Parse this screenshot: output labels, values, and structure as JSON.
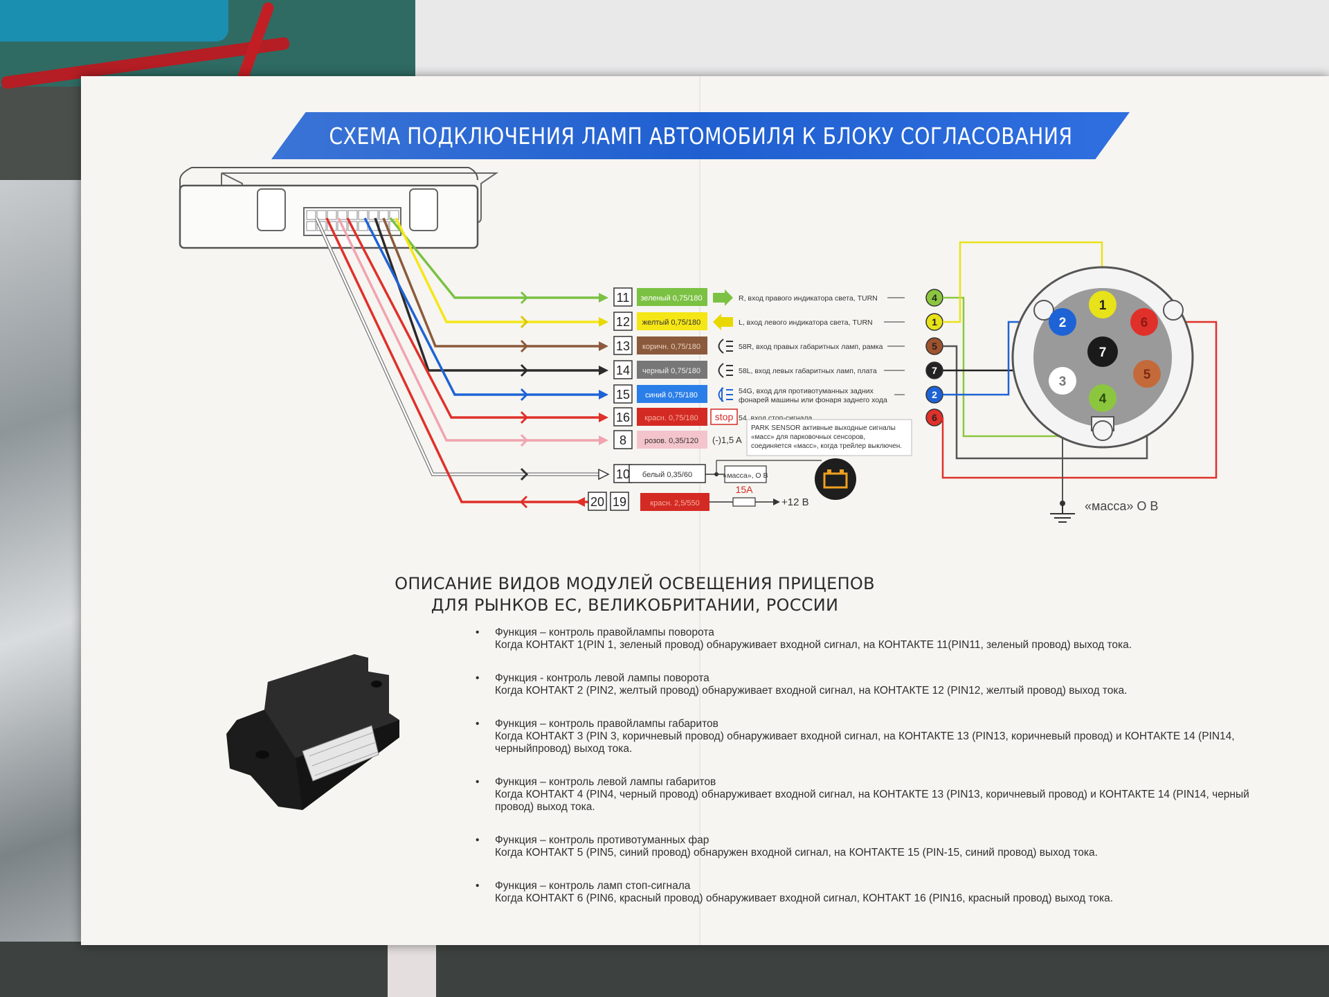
{
  "banner_title": "СХЕМА ПОДКЛЮЧЕНИЯ ЛАМП АВТОМОБИЛЯ К БЛОКУ СОГЛАСОВАНИЯ",
  "wires": [
    {
      "pin": "11",
      "color": "#7bc143",
      "arrow": "in",
      "label": "зеленый 0,75/180",
      "desc": "R, вход правого индикатора света, TURN",
      "icon": "arrow-green",
      "socket": "4",
      "socket_color": "#8cc63f"
    },
    {
      "pin": "12",
      "color": "#f5e616",
      "arrow": "in",
      "label": "желтый 0,75/180",
      "desc": "L, вход левого индикатора света, TURN",
      "icon": "arrow-yellow",
      "socket": "1",
      "socket_color": "#e8e21a"
    },
    {
      "pin": "13",
      "color": "#8b5a3c",
      "arrow": "in",
      "label": "коричн. 0,75/180",
      "desc": "58R, вход правых габаритных ламп, рамка",
      "icon": "position-lamp",
      "socket": "5",
      "socket_color": "#a0522d"
    },
    {
      "pin": "14",
      "color": "#2b2b2b",
      "arrow": "in",
      "label": "черный 0,75/180",
      "desc": "58L, вход левых габаритных ламп, плата",
      "icon": "position-lamp",
      "socket": "7",
      "socket_color": "#222222"
    },
    {
      "pin": "15",
      "color": "#1e63d6",
      "arrow": "in",
      "label": "синий 0,75/180",
      "desc": "54G, вход для противотуманных задних фонарей машины или фонаря заднего хода",
      "icon": "fog-lamp",
      "socket": "2",
      "socket_color": "#1e63d6"
    },
    {
      "pin": "16",
      "color": "#e0302a",
      "arrow": "in",
      "label": "красн. 0,75/180",
      "desc": "54, вход стоп-сигнала",
      "icon": "stop",
      "socket": "6",
      "socket_color": "#e0302a"
    },
    {
      "pin": "8",
      "color": "#f1a3b0",
      "arrow": "in",
      "label": "розов. 0,35/120",
      "desc": "(-)1,5 A",
      "icon": "",
      "socket": "",
      "socket_color": ""
    },
    {
      "pin": "10",
      "color": "#ffffff",
      "arrow": "in",
      "label": "белый 0,35/60",
      "desc": "«масса», О В",
      "icon": "",
      "socket": "",
      "socket_color": ""
    }
  ],
  "power": {
    "pins": [
      "20",
      "19"
    ],
    "label": "красн. 2,5/550",
    "fuse": "15A",
    "voltage": "+12 В"
  },
  "stop_label": "stop",
  "park_note": "PARK SENSOR активные выходные сигналы «масс» для парковочных сенсоров, соединяется «масс», когда трейлер выключен.",
  "ground_label": "«масса» О В",
  "socket_pins": [
    {
      "n": "1",
      "color": "#e8e21a"
    },
    {
      "n": "2",
      "color": "#1e63d6"
    },
    {
      "n": "3",
      "color": "#ffffff"
    },
    {
      "n": "4",
      "color": "#8cc63f"
    },
    {
      "n": "5",
      "color": "#c46a3a"
    },
    {
      "n": "6",
      "color": "#e0302a"
    },
    {
      "n": "7",
      "color": "#222222"
    }
  ],
  "section_title": [
    "ОПИСАНИЕ ВИДОВ МОДУЛЕЙ ОСВЕЩЕНИЯ ПРИЦЕПОВ",
    "ДЛЯ РЫНКОВ ЕС, ВЕЛИКОБРИТАНИИ, РОССИИ"
  ],
  "functions": [
    {
      "f": "Функция – контроль правойлампы поворота",
      "w": "Когда КОНТАКТ 1(PIN 1, зеленый провод) обнаруживает входной сигнал, на КОНТАКТЕ 11(PIN11, зеленый провод) выход тока."
    },
    {
      "f": "Функция - контроль левой лампы поворота",
      "w": "Когда КОНТАКТ 2 (PIN2, желтый провод) обнаруживает входной сигнал, на КОНТАКТЕ 12 (PIN12, желтый провод) выход тока."
    },
    {
      "f": "Функция – контроль правойлампы габаритов",
      "w": "Когда КОНТАКТ 3 (PIN 3, коричневый провод) обнаруживает входной сигнал, на КОНТАКТЕ 13 (PIN13, коричневый провод) и КОНТАКТЕ 14 (PIN14, черныйпровод) выход тока."
    },
    {
      "f": "Функция – контроль левой лампы габаритов",
      "w": "Когда КОНТАКТ 4 (PIN4, черный провод) обнаруживает входной сигнал, на КОНТАКТЕ 13 (PIN13, коричневый провод) и КОНТАКТЕ 14 (PIN14, черный провод) выход тока."
    },
    {
      "f": "Функция – контроль противотуманных фар",
      "w": "Когда КОНТАКТ 5 (PIN5, синий провод) обнаружен входной сигнал, на КОНТАКТЕ 15 (PIN-15, синий провод) выход тока."
    },
    {
      "f": "Функция – контроль ламп стоп-сигнала",
      "w": "Когда КОНТАКТ 6 (PIN6, красный провод) обнаруживает входной сигнал, КОНТАКТ 16 (PIN16, красный провод) выход тока."
    }
  ]
}
